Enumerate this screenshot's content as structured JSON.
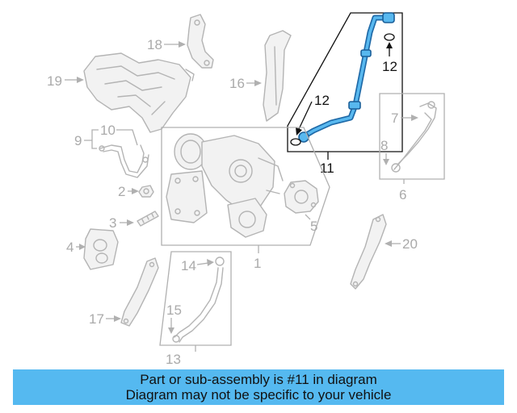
{
  "diagram": {
    "callouts": {
      "c1": "1",
      "c2": "2",
      "c3": "3",
      "c4": "4",
      "c5": "5",
      "c6": "6",
      "c7": "7",
      "c8": "8",
      "c9": "9",
      "c10": "10",
      "c11": "11",
      "c12a": "12",
      "c12b": "12",
      "c13": "13",
      "c14": "14",
      "c15": "15",
      "c16": "16",
      "c17": "17",
      "c18": "18",
      "c19": "19",
      "c20": "20"
    },
    "highlighted_part": "11",
    "colors": {
      "highlight": "#58b8ef",
      "highlight_outline": "#1f6aa8",
      "inactive": "#b4b4b4"
    }
  },
  "banner": {
    "line1": "Part or sub-assembly is #11 in diagram",
    "line2": "Diagram may not be specific to your vehicle",
    "color": "#55b9f0"
  }
}
